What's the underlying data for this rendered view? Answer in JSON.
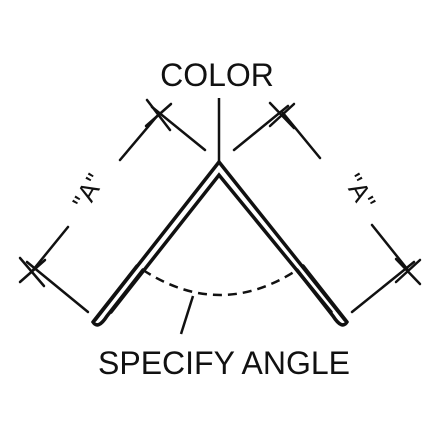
{
  "diagram": {
    "labels": {
      "top": "COLOR",
      "bottom": "SPECIFY ANGLE",
      "left_dimension": "\"A\"",
      "right_dimension": "\"A\""
    },
    "colors": {
      "ink": "#111111",
      "background": "#ffffff"
    }
  }
}
